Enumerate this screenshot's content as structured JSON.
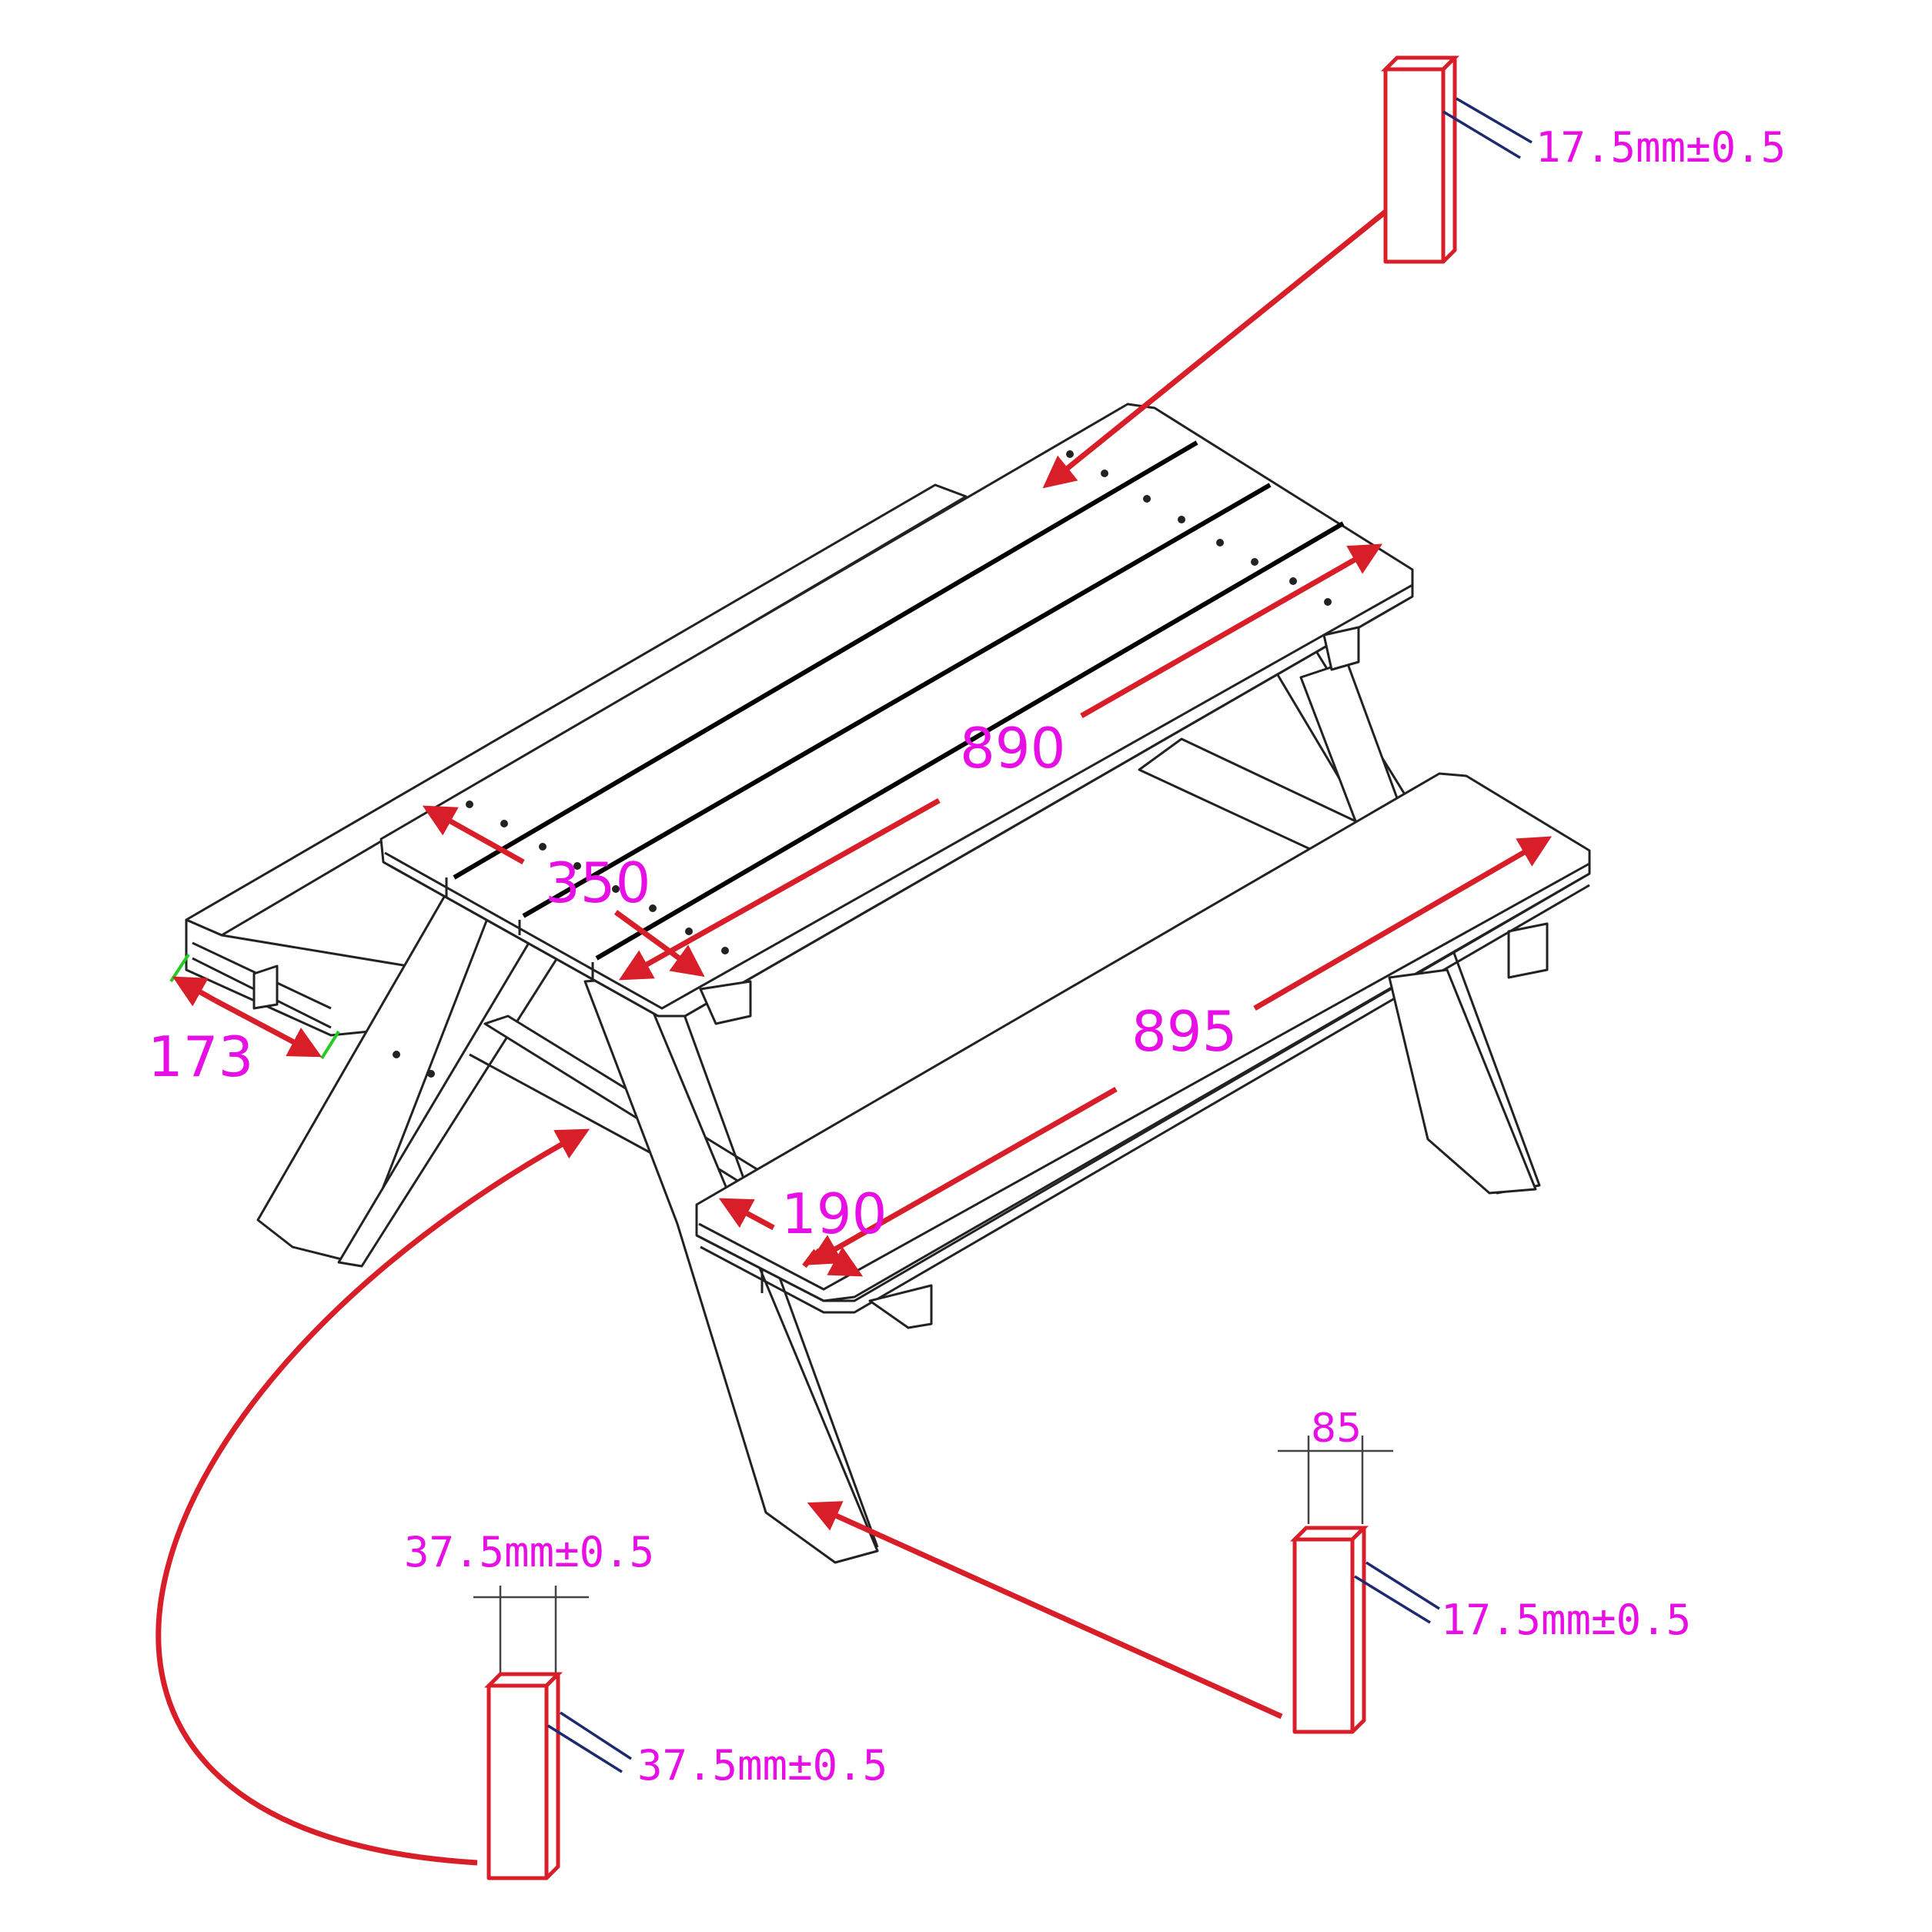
{
  "labels": {
    "top_board_thickness": "17.5mm±0.5",
    "table_length": "890",
    "table_width": "350",
    "bench_left_width": "173",
    "bench_right_length": "895",
    "bench_right_width": "190",
    "brace_width": "85",
    "brace_thickness": "17.5mm±0.5",
    "leg_width": "37.5mm±0.5",
    "leg_depth": "37.5mm±0.5"
  },
  "colors": {
    "dimension_text": "#e80ee6",
    "leader_arrows": "#d81e28",
    "outline": "#222222"
  }
}
